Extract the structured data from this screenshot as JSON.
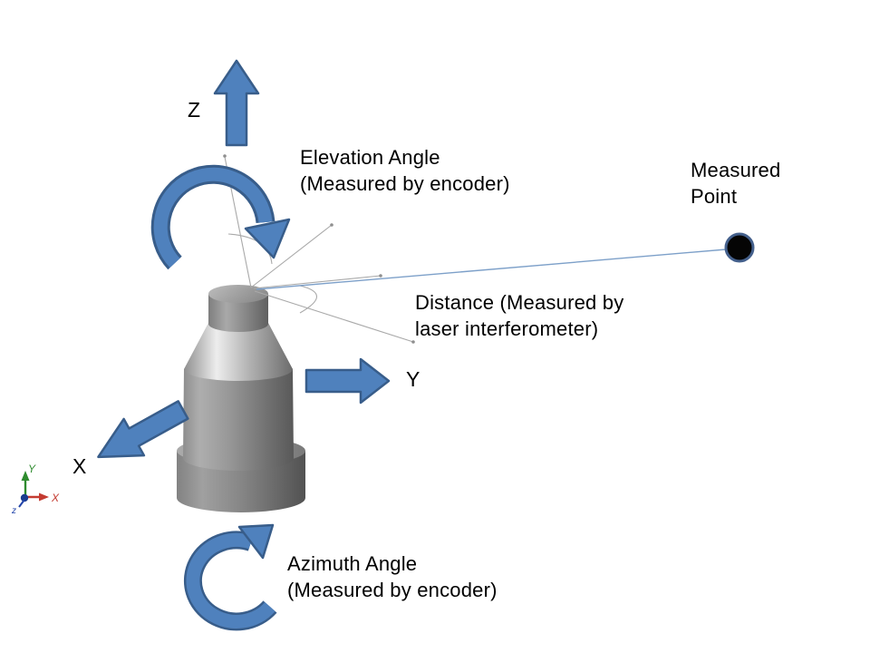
{
  "slide": {
    "description": "Spherical coordinate measurement diagram: laser tracker device with axes, angles and measured point"
  },
  "labels": {
    "z_axis": "Z",
    "y_axis": "Y",
    "x_axis": "X",
    "elevation": "Elevation Angle\n(Measured by encoder)",
    "azimuth": "Azimuth Angle\n(Measured by encoder)",
    "distance": "Distance (Measured by\nlaser interferometer)",
    "measured_point": "Measured\nPoint"
  },
  "triad": {
    "x_label": "X",
    "y_label": "Y",
    "z_label": "z"
  },
  "colors": {
    "arrow_fill": "#4f81bd",
    "arrow_outline": "#385d8a",
    "sight_line": "#7da0c9",
    "construction_line": "#a9a9a9",
    "measured_point_fill": "#050505",
    "measured_point_ring": "#44608c",
    "text": "#000000",
    "triad_x": "#c43b31",
    "triad_y": "#2e8b2e",
    "triad_z": "#2244aa"
  }
}
